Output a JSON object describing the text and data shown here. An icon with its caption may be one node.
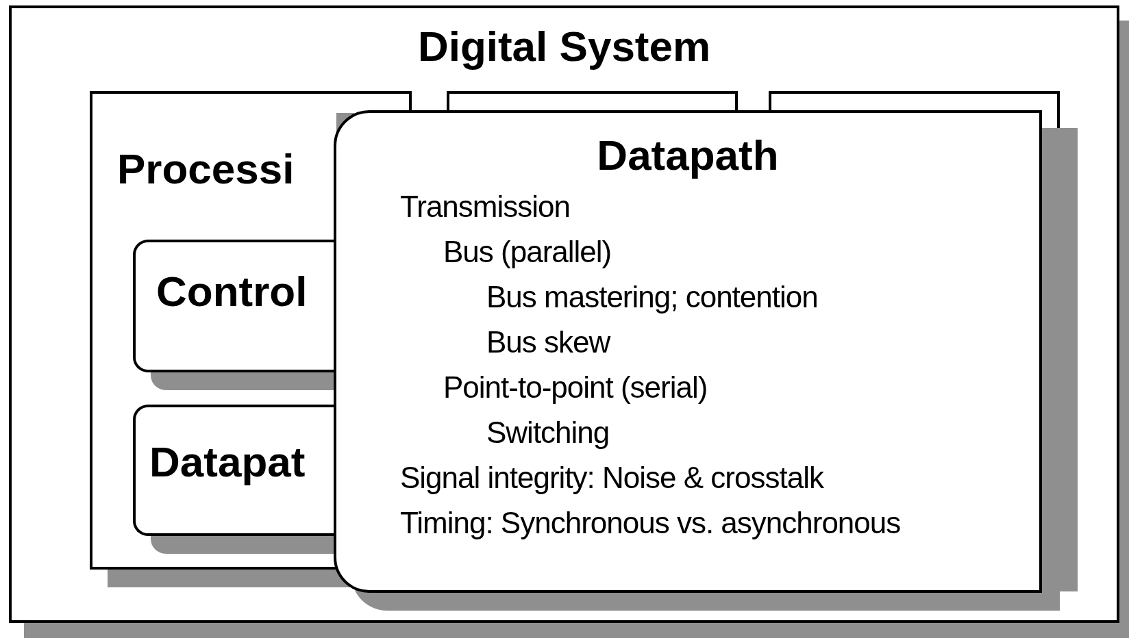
{
  "diagram": {
    "nodes": [
      {
        "text": [
          "Digital System"
        ]
      },
      {
        "text": [
          "Processi"
        ],
        "in": 0
      },
      {
        "text": [
          "Control"
        ],
        "in": 1
      },
      {
        "text": [
          "Datapat"
        ],
        "in": 1
      },
      {
        "text": [],
        "shape": "box",
        "in": 0
      },
      {
        "text": [],
        "shape": "box",
        "in": 0
      },
      {
        "text": [
          "Datapath",
          "Transmission",
          "Bus (parallel)",
          "Bus mastering; contention",
          "Bus skew",
          "Point-to-point (serial)",
          "Switching",
          "Signal integrity: Noise & crosstalk",
          "Timing: Synchronous vs. asynchronous"
        ],
        "in": 0
      }
    ],
    "edges": []
  }
}
